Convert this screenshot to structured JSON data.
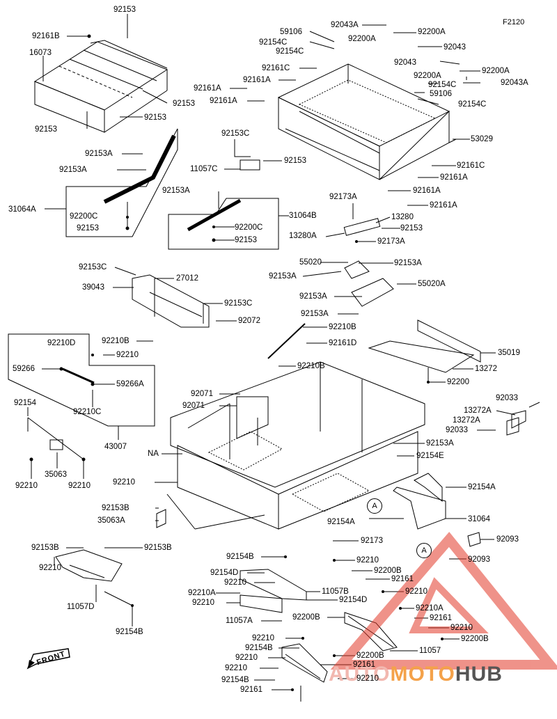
{
  "figure_code": "F2120",
  "front_label": "FRONT",
  "callouts": [
    "A",
    "A"
  ],
  "labels": [
    "92153",
    "92161B",
    "16073",
    "92153",
    "92153",
    "92153",
    "59106",
    "92043A",
    "92154C",
    "92200A",
    "92200A",
    "92154C",
    "92043",
    "92161C",
    "92043",
    "92161A",
    "92200A",
    "92200A",
    "92161A",
    "92154C",
    "92161A",
    "92043A",
    "59106",
    "92154C",
    "53029",
    "92153A",
    "92153A",
    "31064A",
    "92200C",
    "92153",
    "92153C",
    "11057C",
    "92153",
    "92161C",
    "92161A",
    "92161A",
    "92153A",
    "31064B",
    "92200C",
    "92153",
    "92173A",
    "92161A",
    "13280",
    "92153",
    "13280A",
    "92173A",
    "92153C",
    "39043",
    "27012",
    "92153C",
    "92072",
    "92210B",
    "55020",
    "92153A",
    "92153A",
    "55020A",
    "92153A",
    "92153A",
    "92210B",
    "92161D",
    "92210B",
    "35019",
    "13272",
    "92200",
    "92210D",
    "92210",
    "59266",
    "59266A",
    "92210C",
    "92154",
    "43007",
    "35063",
    "92210",
    "92210",
    "92071",
    "92071",
    "NA",
    "92210",
    "92153B",
    "35063A",
    "92033",
    "13272A",
    "13272A",
    "92033",
    "92153A",
    "92154E",
    "92154A",
    "92154A",
    "31064",
    "92173",
    "92093",
    "92093",
    "92153B",
    "92153B",
    "92210",
    "11057D",
    "92154B",
    "92154B",
    "92210",
    "92200B",
    "92161",
    "92154D",
    "92210",
    "11057B",
    "92210",
    "92210A",
    "92154D",
    "92210",
    "92210A",
    "11057A",
    "92200B",
    "92161",
    "92210",
    "92210",
    "92200B",
    "92154B",
    "11057",
    "92210",
    "92200B",
    "92161",
    "92210",
    "92154B",
    "92210",
    "92161"
  ],
  "watermark": {
    "part1": "AUTO",
    "part2": "MOTO",
    "part3": "HUB"
  }
}
